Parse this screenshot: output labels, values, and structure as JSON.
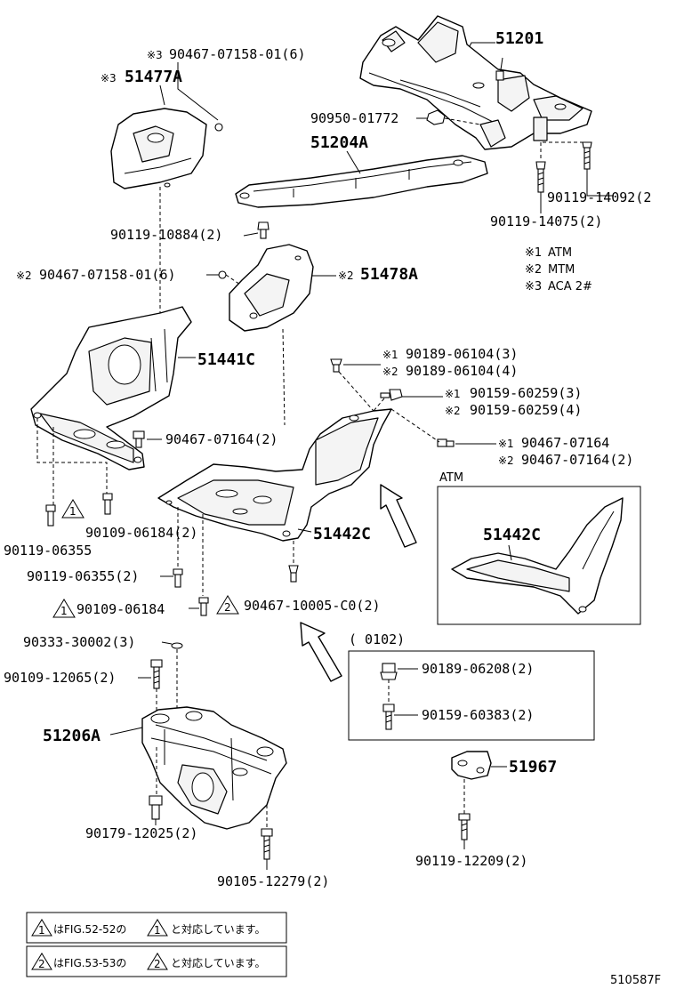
{
  "parts": {
    "p51201": "51201",
    "p51477A": "51477A",
    "p51477A_mark": "※3",
    "p90467_07158_a": "90467-07158-01(6)",
    "p90467_07158_a_mark": "※3",
    "p90950_01772": "90950-01772",
    "p51204A": "51204A",
    "p90119_14092": "90119-14092(2",
    "p90119_14075": "90119-14075(2)",
    "p90119_10884": "90119-10884(2)",
    "p90467_07158_b": "90467-07158-01(6)",
    "p90467_07158_b_mark": "※2",
    "p51478A": "51478A",
    "p51478A_mark": "※2",
    "p51441C": "51441C",
    "p90189_06104_1": "90189-06104(3)",
    "p90189_06104_1_mark": "※1",
    "p90189_06104_2": "90189-06104(4)",
    "p90189_06104_2_mark": "※2",
    "p90159_60259_1": "90159-60259(3)",
    "p90159_60259_1_mark": "※1",
    "p90159_60259_2": "90159-60259(4)",
    "p90159_60259_2_mark": "※2",
    "p90467_07164_1": "90467-07164",
    "p90467_07164_1_mark": "※1",
    "p90467_07164_2": "90467-07164(2)",
    "p90467_07164_2_mark": "※2",
    "p90467_07164_c": "90467-07164(2)",
    "atm_box_label": "ATM",
    "p51442C_atm": "51442C",
    "p51442C": "51442C",
    "p90119_06355_a": "90119-06355",
    "p90109_06184_a": "90109-06184(2)",
    "tri1_a": "1",
    "p90119_06355_b": "90119-06355(2)",
    "p90109_06184_b": "90109-06184",
    "tri1_b": "1",
    "p90467_10005": "90467-10005-C0(2)",
    "tri2_a": "2",
    "p90333_30002": "90333-30002(3)",
    "p90109_12065": "90109-12065(2)",
    "p51206A": "51206A",
    "range_label": "(      0102)",
    "p90189_06208": "90189-06208(2)",
    "p90159_60383": "90159-60383(2)",
    "p51967": "51967",
    "p90179_12025": "90179-12025(2)",
    "p90119_12209": "90119-12209(2)",
    "p90105_12279": "90105-12279(2)"
  },
  "legend": [
    {
      "mark": "※1",
      "text": "ATM"
    },
    {
      "mark": "※2",
      "text": "MTM"
    },
    {
      "mark": "※3",
      "text": "ACA 2#"
    }
  ],
  "notes": [
    {
      "num": "1",
      "text_a": "はFIG.52-52の",
      "num_b": "1",
      "text_b": "と対応しています。"
    },
    {
      "num": "2",
      "text_a": "はFIG.53-53の",
      "num_b": "2",
      "text_b": "と対応しています。"
    }
  ],
  "figure_id": "510587F"
}
